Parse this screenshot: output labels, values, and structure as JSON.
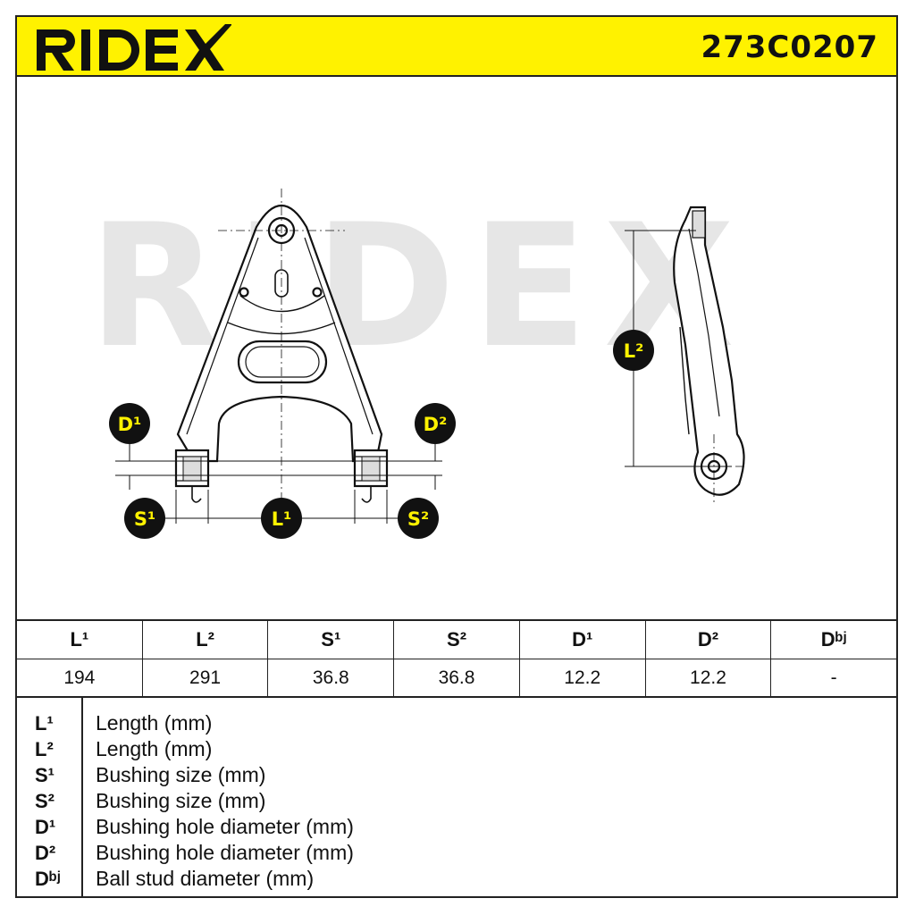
{
  "header": {
    "brand": "RIDEX",
    "part_number": "273C0207"
  },
  "watermark": "RIDEX",
  "callouts": {
    "D1": "D¹",
    "D2": "D²",
    "S1": "S¹",
    "S2": "S²",
    "L1": "L¹",
    "L2": "L²"
  },
  "specs": {
    "headers": [
      "L¹",
      "L²",
      "S¹",
      "S²",
      "D¹",
      "D²",
      "Dᵇʲ"
    ],
    "values": [
      "194",
      "291",
      "36.8",
      "36.8",
      "12.2",
      "12.2",
      "-"
    ]
  },
  "legend": [
    {
      "symbol": "L¹",
      "desc": "Length (mm)"
    },
    {
      "symbol": "L²",
      "desc": "Length (mm)"
    },
    {
      "symbol": "S¹",
      "desc": "Bushing size (mm)"
    },
    {
      "symbol": "S²",
      "desc": "Bushing size (mm)"
    },
    {
      "symbol": "D¹",
      "desc": "Bushing hole diameter (mm)"
    },
    {
      "symbol": "D²",
      "desc": "Bushing hole diameter (mm)"
    },
    {
      "symbol": "Dᵇʲ",
      "desc": "Ball stud diameter (mm)"
    }
  ],
  "colors": {
    "accent": "#fff200",
    "ink": "#111111",
    "watermark": "#e6e6e6"
  }
}
